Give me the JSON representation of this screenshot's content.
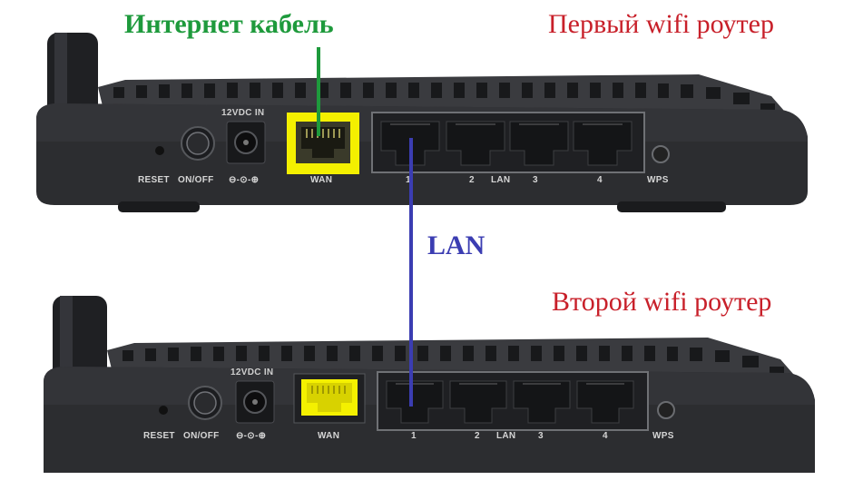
{
  "annotations": {
    "internet_cable": "Интернет кабель",
    "first_router": "Первый wifi роутер",
    "second_router": "Второй wifi роутер",
    "lan_link": "LAN"
  },
  "router_panel": {
    "reset": "RESET",
    "on_off": "ON/OFF",
    "power_in": "12VDC IN",
    "polarity": "⊖-⊙-⊕",
    "wan": "WAN",
    "lan": "LAN",
    "wps": "WPS",
    "lan_ports": [
      "1",
      "2",
      "3",
      "4"
    ]
  },
  "colors": {
    "cable_label": "#1e9a3c",
    "router_label": "#c8202a",
    "lan_label": "#3b3db2",
    "wan_highlight": "#f4f000",
    "router_body": "#2c2d30"
  }
}
